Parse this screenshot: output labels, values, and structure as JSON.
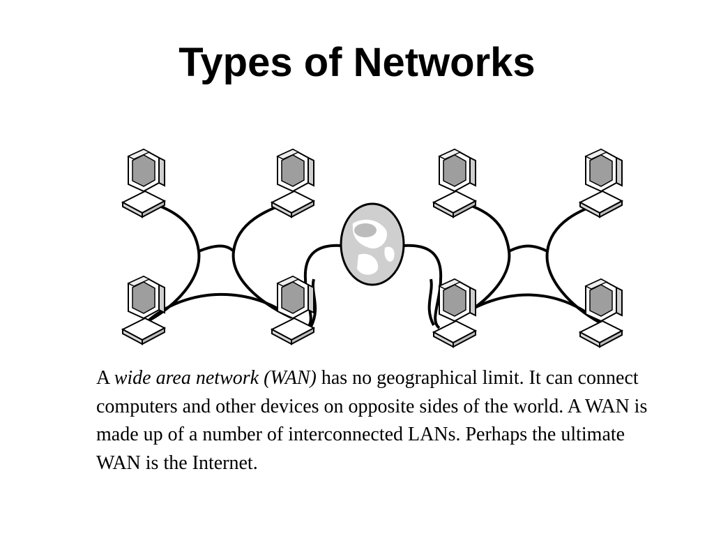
{
  "slide": {
    "title": "Types of Networks",
    "paragraph": {
      "lead": "A ",
      "term": "wide area network (WAN)",
      "rest": " has no geographical limit. It can connect computers and other devices on opposite sides of the world. A WAN is made up of a number of interconnected LANs. Perhaps the ultimate WAN is the Internet."
    }
  },
  "figure": {
    "icons": {
      "computer": "desktop-computer-icon",
      "globe": "globe-icon"
    }
  }
}
